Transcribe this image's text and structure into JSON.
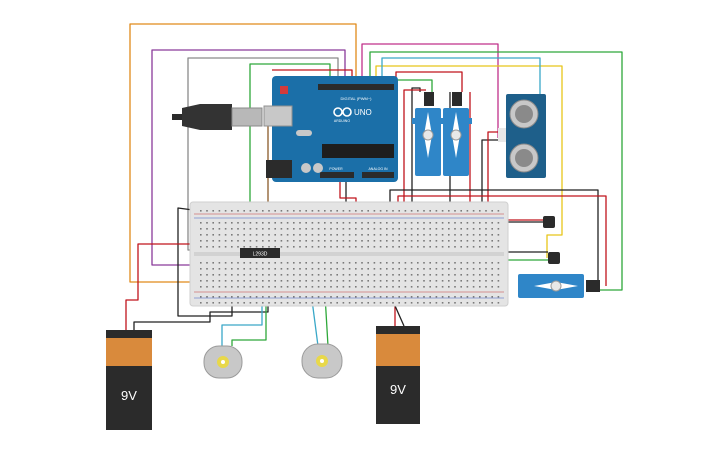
{
  "board": {
    "brand_label": "ARDUINO",
    "model_label": "UNO",
    "digital_header_label": "DIGITAL (PWM~)",
    "power_header_label": "POWER",
    "analog_header_label": "ANALOG IN"
  },
  "driver_ic": {
    "label": "L293D"
  },
  "batteries": [
    {
      "label": "9V"
    },
    {
      "label": "9V"
    }
  ],
  "colors": {
    "board_blue": "#1b6fa8",
    "breadboard": "#e4e4e4",
    "battery_top": "#d98a3c",
    "battery_body": "#2b2b2b",
    "servo_blue": "#2f86c8",
    "wire_red": "#c0141c",
    "wire_black": "#222222",
    "wire_green": "#2ea83a",
    "wire_purple": "#8a3a9a",
    "wire_orange": "#e08a1a",
    "wire_yellow": "#e8c51a",
    "wire_magenta": "#c0308a",
    "wire_cyan": "#3aa8c8",
    "wire_gray": "#8a8a8a",
    "wire_brown": "#8a5a2a"
  }
}
